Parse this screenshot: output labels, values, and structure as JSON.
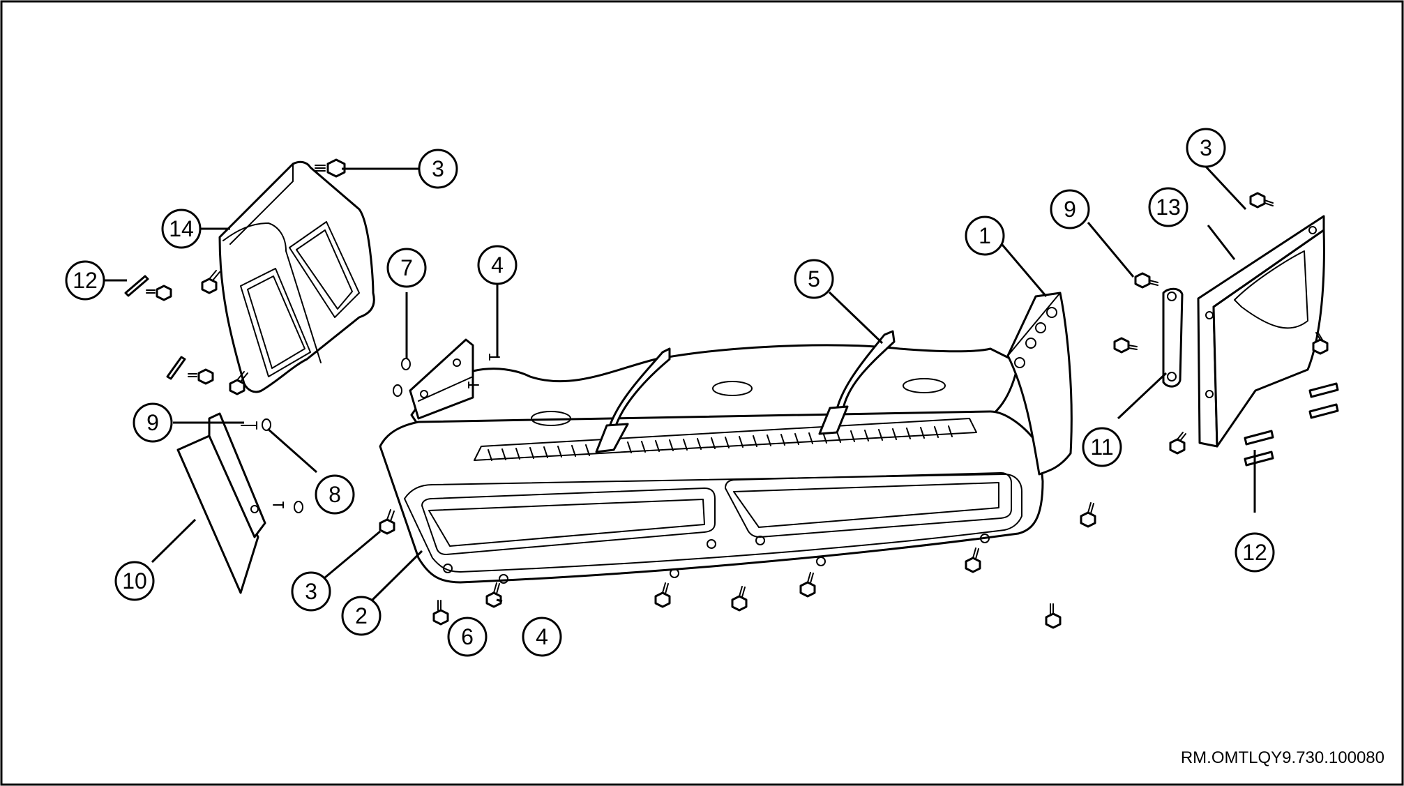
{
  "reference_code": "RM.OMTLQY9.730.100080",
  "colors": {
    "line": "#000000",
    "background": "#ffffff"
  },
  "callouts": [
    {
      "label": "1"
    },
    {
      "label": "2"
    },
    {
      "label": "3"
    },
    {
      "label": "3"
    },
    {
      "label": "3"
    },
    {
      "label": "4"
    },
    {
      "label": "4"
    },
    {
      "label": "5"
    },
    {
      "label": "6"
    },
    {
      "label": "7"
    },
    {
      "label": "8"
    },
    {
      "label": "9"
    },
    {
      "label": "9"
    },
    {
      "label": "10"
    },
    {
      "label": "11"
    },
    {
      "label": "12"
    },
    {
      "label": "12"
    },
    {
      "label": "13"
    },
    {
      "label": "14"
    }
  ]
}
